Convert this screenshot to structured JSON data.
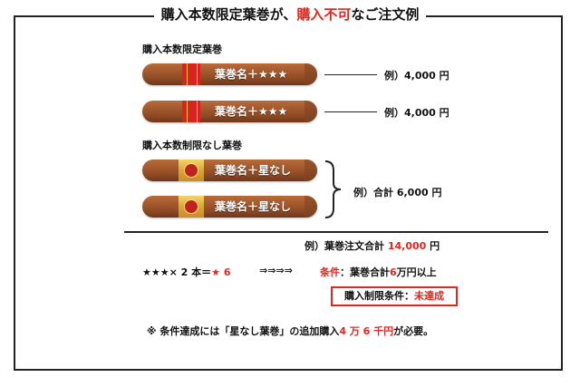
{
  "title": {
    "part1": "購入本数限定葉巻が、",
    "part2": "購入不可",
    "part3": "なご注文例"
  },
  "limited_section": {
    "label": "購入本数限定葉巻",
    "cigars": [
      {
        "name": "葉巻名＋★★★",
        "example": "例）4,000 円"
      },
      {
        "name": "葉巻名＋★★★",
        "example": "例）4,000 円"
      }
    ]
  },
  "unlimited_section": {
    "label": "購入本数制限なし葉巻",
    "cigars": [
      {
        "name": "葉巻名＋星なし"
      },
      {
        "name": "葉巻名＋星なし"
      }
    ],
    "example": "例）合計 6,000 円"
  },
  "order_total": {
    "prefix": "例）葉巻注文合計",
    "amount": "14,000",
    "suffix": " 円"
  },
  "calculation": {
    "stars": "★★★× 2 本＝",
    "stars_result": "★ 6",
    "arrows": "⇒⇒⇒⇒",
    "condition_label": "条件",
    "condition_text": "：葉巻合計",
    "condition_num": "6",
    "condition_suffix": "万円以上"
  },
  "purchase_condition": {
    "label": "購入制限条件：",
    "status": "未達成"
  },
  "note": {
    "part1": "※ 条件達成には「星なし葉巻」の追加購入",
    "amount": "4 万 6 千円",
    "part2": "が必要。"
  },
  "colors": {
    "accent_red": "#e8241c",
    "cigar_brown": "#a45a2e",
    "band_red": "#d9231f",
    "band_gold": "#d9a636"
  }
}
